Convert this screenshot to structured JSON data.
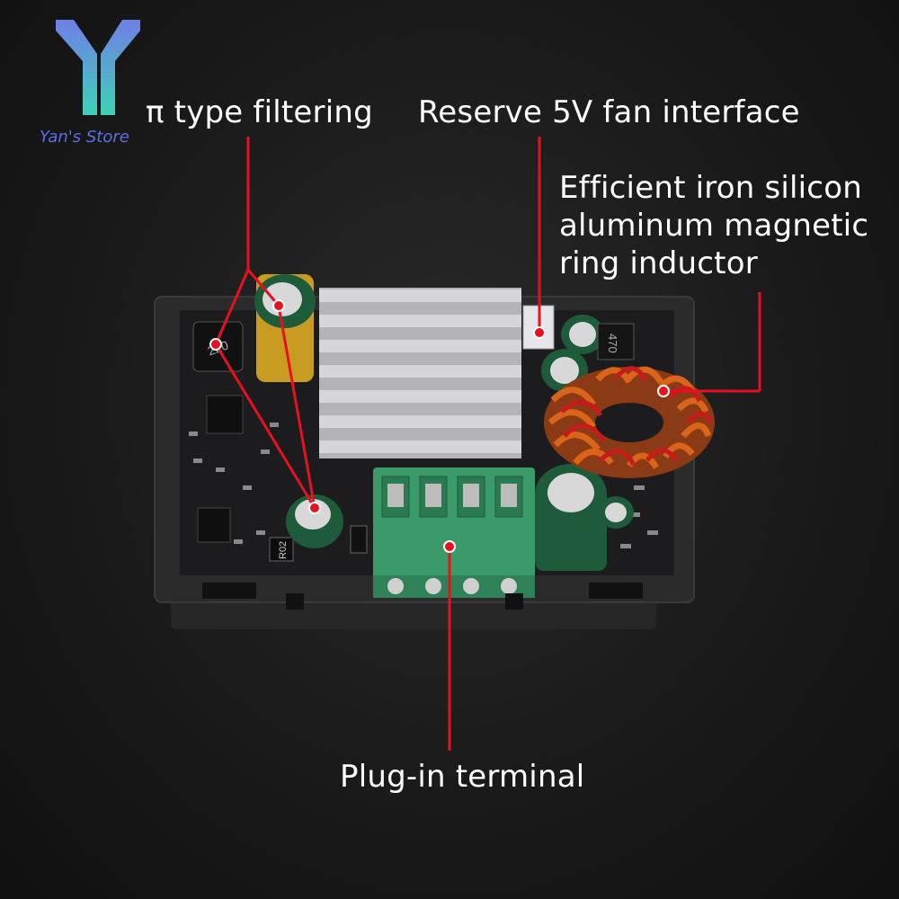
{
  "brand": {
    "name": "Yan's Store",
    "accent": "#5a6fe0",
    "logo_top": "#6f7fe6",
    "logo_bottom": "#3fd1b8"
  },
  "callouts": {
    "pi_filtering": "π type filtering",
    "fan_interface": "Reserve 5V fan interface",
    "inductor": "Efficient iron silicon\naluminum magnetic\nring inductor",
    "terminal": "Plug-in terminal"
  },
  "component_markings": {
    "inductor_small": "220",
    "resistor": "R02",
    "inductor_top": "470"
  },
  "colors": {
    "callout_line": "#e8101e",
    "terminal_green": "#3a9a6a",
    "heatsink": "#c8c8cc",
    "coil_copper": "#d9641a",
    "coil_red": "#c81a1a"
  }
}
